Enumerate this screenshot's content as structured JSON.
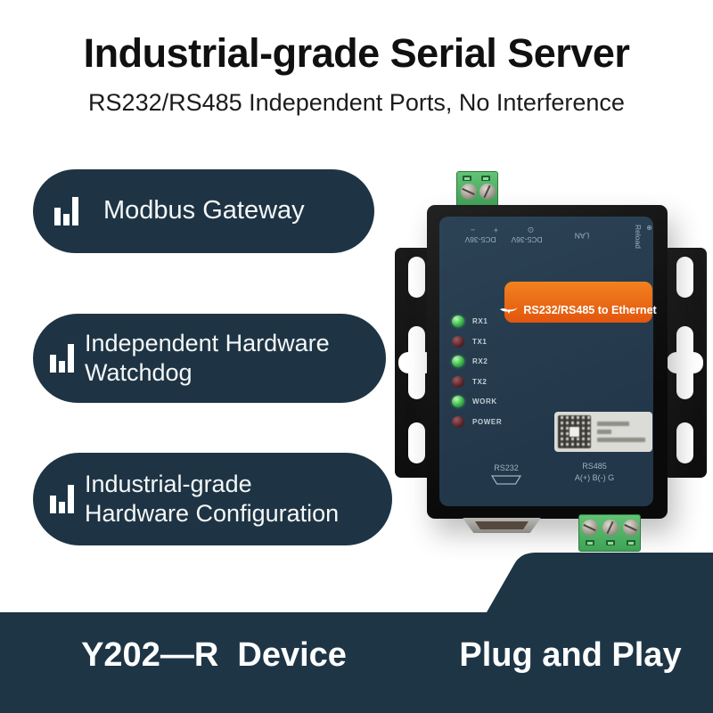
{
  "header": {
    "title": "Industrial-grade Serial Server",
    "subtitle": "RS232/RS485 Independent Ports, No Interference"
  },
  "features": [
    {
      "line1": "Modbus Gateway",
      "line2": ""
    },
    {
      "line1": "Independent Hardware",
      "line2": "Watchdog"
    },
    {
      "line1": "Industrial-grade",
      "line2": "Hardware Configuration"
    }
  ],
  "device": {
    "top_labels": {
      "dc1": "DC5-36V",
      "dc1_signs": "+ −",
      "dc2": "DC5-36V",
      "dc2_symbol": "⊙",
      "lan": "LAN",
      "reload": "Reload",
      "reload_symbol": "⊕"
    },
    "banner_text": "RS232/RS485 to Ethernet",
    "leds": [
      {
        "label": "RX1",
        "state": "green"
      },
      {
        "label": "TX1",
        "state": "red"
      },
      {
        "label": "RX2",
        "state": "green"
      },
      {
        "label": "TX2",
        "state": "red"
      },
      {
        "label": "WORK",
        "state": "green"
      },
      {
        "label": "POWER",
        "state": "red"
      }
    ],
    "ports": {
      "rs232": "RS232",
      "rs485": "RS485",
      "rs485_pins": "A(+) B(-) G"
    }
  },
  "footer": {
    "left": "Y202—R  Device",
    "right": "Plug and Play"
  },
  "colors": {
    "navy": "#1E3444",
    "faceplate": "#273C4E",
    "accent_orange": "#E8611C",
    "terminal_green": "#45B35C",
    "led_green": "#35B44A",
    "led_red": "#5B2329"
  }
}
